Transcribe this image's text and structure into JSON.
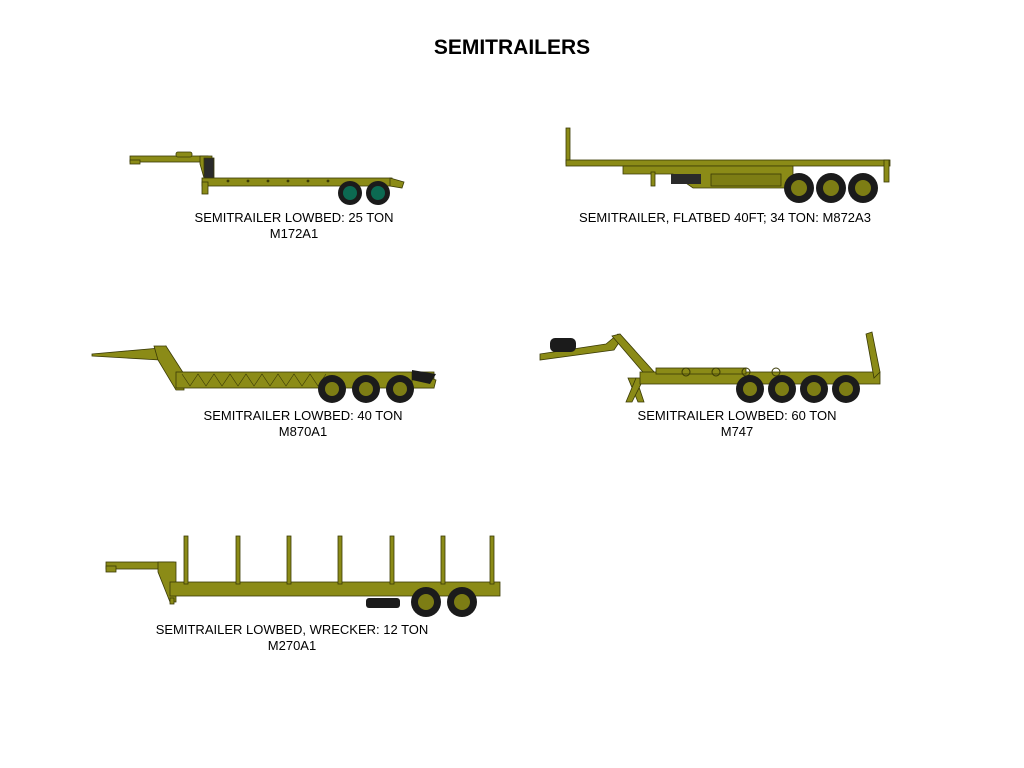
{
  "page": {
    "title": "SEMITRAILERS"
  },
  "colors": {
    "body": "#8b8b17",
    "body_dark": "#6b6b10",
    "outline": "#3a3a06",
    "tire": "#1b1b1b",
    "hub": "#7d7d14",
    "green_hub": "#0c6a52"
  },
  "trailers": [
    {
      "line1": "SEMITRAILER LOWBED:  25 TON",
      "line2": "M172A1",
      "icon": "lowbed-25-ton-trailer-icon"
    },
    {
      "line1": "SEMITRAILER, FLATBED 40FT; 34 TON:   M872A3",
      "line2": "",
      "icon": "flatbed-34-ton-trailer-icon"
    },
    {
      "line1": "SEMITRAILER LOWBED:  40 TON",
      "line2": "M870A1",
      "icon": "lowbed-40-ton-trailer-icon"
    },
    {
      "line1": "SEMITRAILER LOWBED:  60 TON",
      "line2": "M747",
      "icon": "lowbed-60-ton-trailer-icon"
    },
    {
      "line1": "SEMITRAILER LOWBED, WRECKER:  12 TON",
      "line2": "M270A1",
      "icon": "wrecker-12-ton-trailer-icon"
    }
  ]
}
